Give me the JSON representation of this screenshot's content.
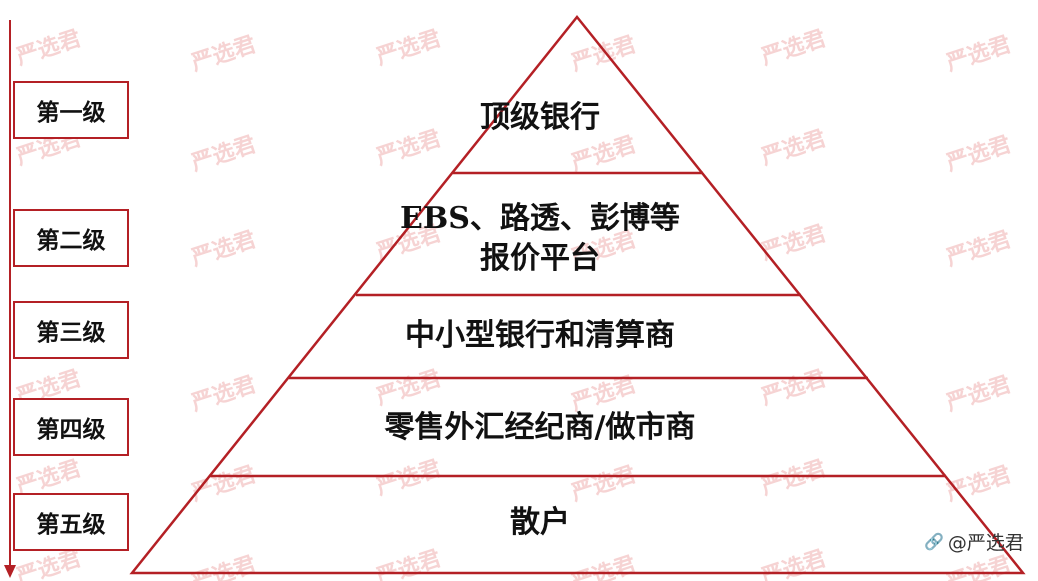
{
  "watermark_text": "严选君",
  "credit": {
    "icon": "wechat-channel-icon",
    "text": "@严选君"
  },
  "colors": {
    "outline": "#b42025",
    "text": "#111111",
    "watermark": "#f3c5c5"
  },
  "levels": [
    {
      "label": "第一级"
    },
    {
      "label": "第二级"
    },
    {
      "label": "第三级"
    },
    {
      "label": "第四级"
    },
    {
      "label": "第五级"
    }
  ],
  "tiers": [
    {
      "line1": "顶级银行",
      "line2": ""
    },
    {
      "line1": "EBS、路透、彭博等",
      "line2": "报价平台"
    },
    {
      "line1": "中小型银行和清算商",
      "line2": ""
    },
    {
      "line1": "零售外汇经纪商/做市商",
      "line2": ""
    },
    {
      "line1": "散户",
      "line2": ""
    }
  ]
}
